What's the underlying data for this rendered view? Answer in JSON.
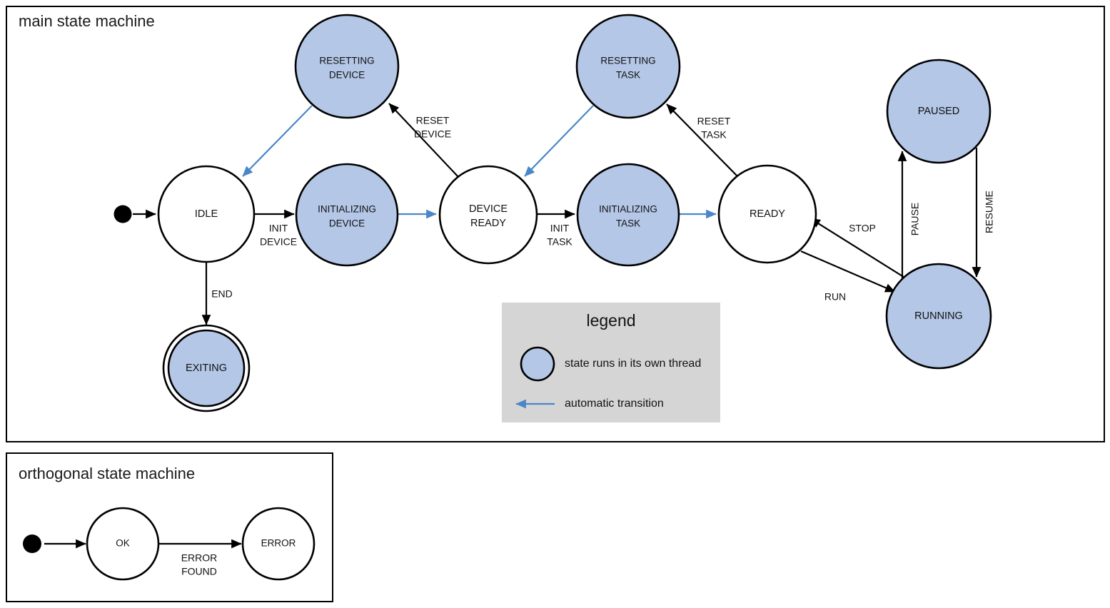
{
  "colors": {
    "thread_state_fill": "#b4c7e7",
    "state_stroke": "#000000",
    "auto_transition": "#4a86c8",
    "legend_background": "#d5d5d5",
    "canvas": "#ffffff"
  },
  "main": {
    "title": "main state machine",
    "states": [
      {
        "id": "idle",
        "label_line1": "IDLE",
        "label_line2": "",
        "threaded": false,
        "final": false
      },
      {
        "id": "resetting-device",
        "label_line1": "RESETTING",
        "label_line2": "DEVICE",
        "threaded": true,
        "final": false
      },
      {
        "id": "initializing-device",
        "label_line1": "INITIALIZING",
        "label_line2": "DEVICE",
        "threaded": true,
        "final": false
      },
      {
        "id": "device-ready",
        "label_line1": "DEVICE",
        "label_line2": "READY",
        "threaded": false,
        "final": false
      },
      {
        "id": "resetting-task",
        "label_line1": "RESETTING",
        "label_line2": "TASK",
        "threaded": true,
        "final": false
      },
      {
        "id": "initializing-task",
        "label_line1": "INITIALIZING",
        "label_line2": "TASK",
        "threaded": true,
        "final": false
      },
      {
        "id": "ready",
        "label_line1": "READY",
        "label_line2": "",
        "threaded": false,
        "final": false
      },
      {
        "id": "paused",
        "label_line1": "PAUSED",
        "label_line2": "",
        "threaded": true,
        "final": false
      },
      {
        "id": "running",
        "label_line1": "RUNNING",
        "label_line2": "",
        "threaded": true,
        "final": false
      },
      {
        "id": "exiting",
        "label_line1": "EXITING",
        "label_line2": "",
        "threaded": true,
        "final": true
      }
    ],
    "transitions": [
      {
        "from": "start",
        "to": "idle",
        "label_line1": "",
        "label_line2": "",
        "automatic": false
      },
      {
        "from": "idle",
        "to": "initializing-device",
        "label_line1": "INIT",
        "label_line2": "DEVICE",
        "automatic": false
      },
      {
        "from": "idle",
        "to": "exiting",
        "label_line1": "END",
        "label_line2": "",
        "automatic": false
      },
      {
        "from": "initializing-device",
        "to": "device-ready",
        "label_line1": "",
        "label_line2": "",
        "automatic": true
      },
      {
        "from": "resetting-device",
        "to": "idle",
        "label_line1": "",
        "label_line2": "",
        "automatic": true
      },
      {
        "from": "device-ready",
        "to": "resetting-device",
        "label_line1": "RESET",
        "label_line2": "DEVICE",
        "automatic": false
      },
      {
        "from": "device-ready",
        "to": "initializing-task",
        "label_line1": "INIT",
        "label_line2": "TASK",
        "automatic": false
      },
      {
        "from": "initializing-task",
        "to": "ready",
        "label_line1": "",
        "label_line2": "",
        "automatic": true
      },
      {
        "from": "resetting-task",
        "to": "device-ready",
        "label_line1": "",
        "label_line2": "",
        "automatic": true
      },
      {
        "from": "ready",
        "to": "resetting-task",
        "label_line1": "RESET",
        "label_line2": "TASK",
        "automatic": false
      },
      {
        "from": "ready",
        "to": "running",
        "label_line1": "RUN",
        "label_line2": "",
        "automatic": false
      },
      {
        "from": "running",
        "to": "ready",
        "label_line1": "STOP",
        "label_line2": "",
        "automatic": false
      },
      {
        "from": "running",
        "to": "paused",
        "label_line1": "PAUSE",
        "label_line2": "",
        "automatic": false
      },
      {
        "from": "paused",
        "to": "running",
        "label_line1": "RESUME",
        "label_line2": "",
        "automatic": false
      }
    ]
  },
  "legend": {
    "title": "legend",
    "items": [
      {
        "symbol": "filled-circle",
        "text": "state runs in its own thread"
      },
      {
        "symbol": "blue-arrow",
        "text": "automatic transition"
      }
    ]
  },
  "orthogonal": {
    "title": "orthogonal state machine",
    "states": [
      {
        "id": "ok",
        "label_line1": "OK",
        "label_line2": ""
      },
      {
        "id": "error",
        "label_line1": "ERROR",
        "label_line2": ""
      }
    ],
    "transitions": [
      {
        "from": "start",
        "to": "ok",
        "label_line1": "",
        "label_line2": ""
      },
      {
        "from": "ok",
        "to": "error",
        "label_line1": "ERROR",
        "label_line2": "FOUND"
      }
    ]
  }
}
